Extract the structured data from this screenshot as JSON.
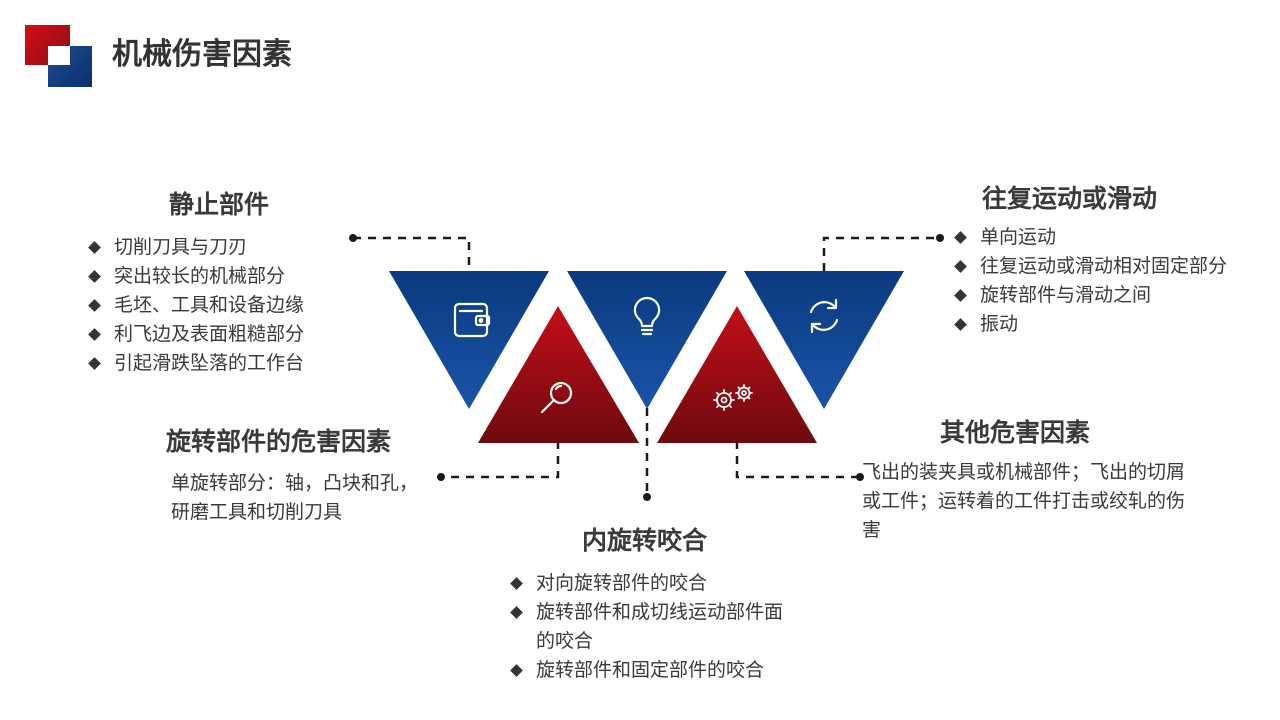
{
  "title": "机械伤害因素",
  "static_parts": {
    "heading": "静止部件",
    "items": [
      "切削刀具与刀刃",
      "突出较长的机械部分",
      "毛坯、工具和设备边缘",
      "利飞边及表面粗糙部分",
      "引起滑跌坠落的工作台"
    ]
  },
  "reciprocating": {
    "heading": "往复运动或滑动",
    "items": [
      "单向运动",
      "往复运动或滑动相对固定部分",
      "旋转部件与滑动之间",
      "振动"
    ]
  },
  "rotating_hazards": {
    "heading": "旋转部件的危害因素",
    "text": "单旋转部分：轴，凸块和孔，研磨工具和切削刀具"
  },
  "other_hazards": {
    "heading": "其他危害因素",
    "text": "飞出的装夹具或机械部件；飞出的切屑或工件；运转着的工件打击或绞轧的伤害"
  },
  "inner_mesh": {
    "heading": "内旋转咬合",
    "items": [
      "对向旋转部件的咬合",
      "旋转部件和成切线运动部件面的咬合",
      "旋转部件和固定部件的咬合"
    ]
  },
  "icons": [
    "wallet-icon",
    "magnifier-icon",
    "lightbulb-icon",
    "gears-icon",
    "refresh-icon"
  ],
  "colors": {
    "blue": "#0d3f85",
    "red": "#b3101a",
    "text": "#333333"
  }
}
